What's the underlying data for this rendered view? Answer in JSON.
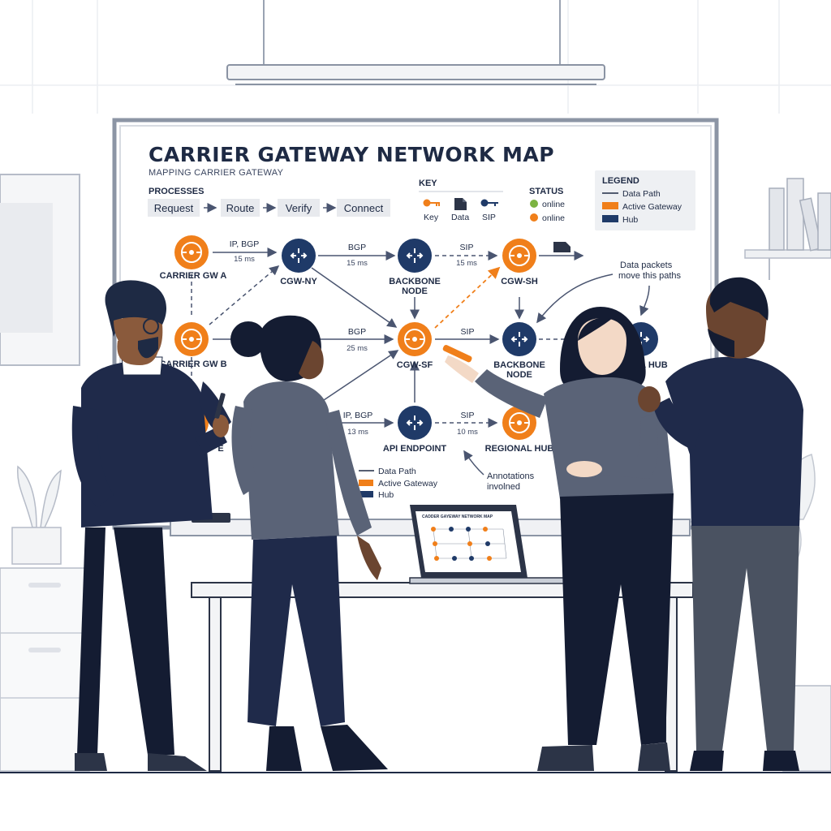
{
  "board": {
    "title": "CARRIER GATEWAY NETWORK MAP",
    "subtitle": "MAPPING CARRIER GATEWAY",
    "processes": {
      "heading": "PROCESSES",
      "steps": [
        "Request",
        "Route",
        "Verify",
        "Connect"
      ]
    },
    "key": {
      "heading": "KEY",
      "items": [
        "Key",
        "Data",
        "SIP"
      ]
    },
    "status": {
      "heading": "STATUS",
      "items": [
        {
          "label": "online",
          "color": "#7cb342"
        },
        {
          "label": "online",
          "color": "#f07f1a"
        }
      ]
    },
    "legend": {
      "heading": "LEGEND",
      "items": [
        {
          "label": "Data Path",
          "kind": "line"
        },
        {
          "label": "Active Gateway",
          "kind": "orange"
        },
        {
          "label": "Hub",
          "kind": "navy"
        }
      ]
    },
    "legend_lower": {
      "items": [
        "Data Path",
        "Active Gateway",
        "Hub"
      ]
    },
    "nodes": {
      "carrier_gw_a": "CARRIER GW A",
      "carrier_gw_b": "CARRIER GW B",
      "cgw_ny": "CGW-NY",
      "backbone_node_1_line1": "BACKBONE",
      "backbone_node_1_line2": "NODE",
      "cgw_sh": "CGW-SH",
      "cgw_sf": "CGW-SF",
      "backbone_node_2_line1": "BACKBONE",
      "backbone_node_2_line2": "NODE",
      "regional_hub_right": "AL HUB",
      "api_endpoint": "API ENDPOINT",
      "regional_hub": "REGIONAL HUB",
      "partial_e": "E"
    },
    "edges": {
      "a_ny_proto": "IP, BGP",
      "a_ny_latency": "15 ms",
      "ny_bb_proto": "BGP",
      "ny_bb_latency": "15 ms",
      "bb_sh_proto": "SIP",
      "bb_sh_latency": "15 ms",
      "b_sf_proto": "BGP",
      "b_sf_latency": "25 ms",
      "sf_bb2_proto": "SIP",
      "c_api_proto": "IP, BGP",
      "c_api_latency": "13 ms",
      "api_hub_proto": "SIP",
      "api_hub_latency": "10 ms"
    },
    "annotations": {
      "packets_line1": "Data packets",
      "packets_line2": "move this paths",
      "invol_line1": "Annotations",
      "invol_line2": "involned"
    }
  },
  "laptop": {
    "screen_title": "CADDER GAYEWAY NETWORK MAP"
  },
  "colors": {
    "navy": "#1f3a68",
    "orange": "#f07f1a",
    "ink": "#1e2a44"
  }
}
